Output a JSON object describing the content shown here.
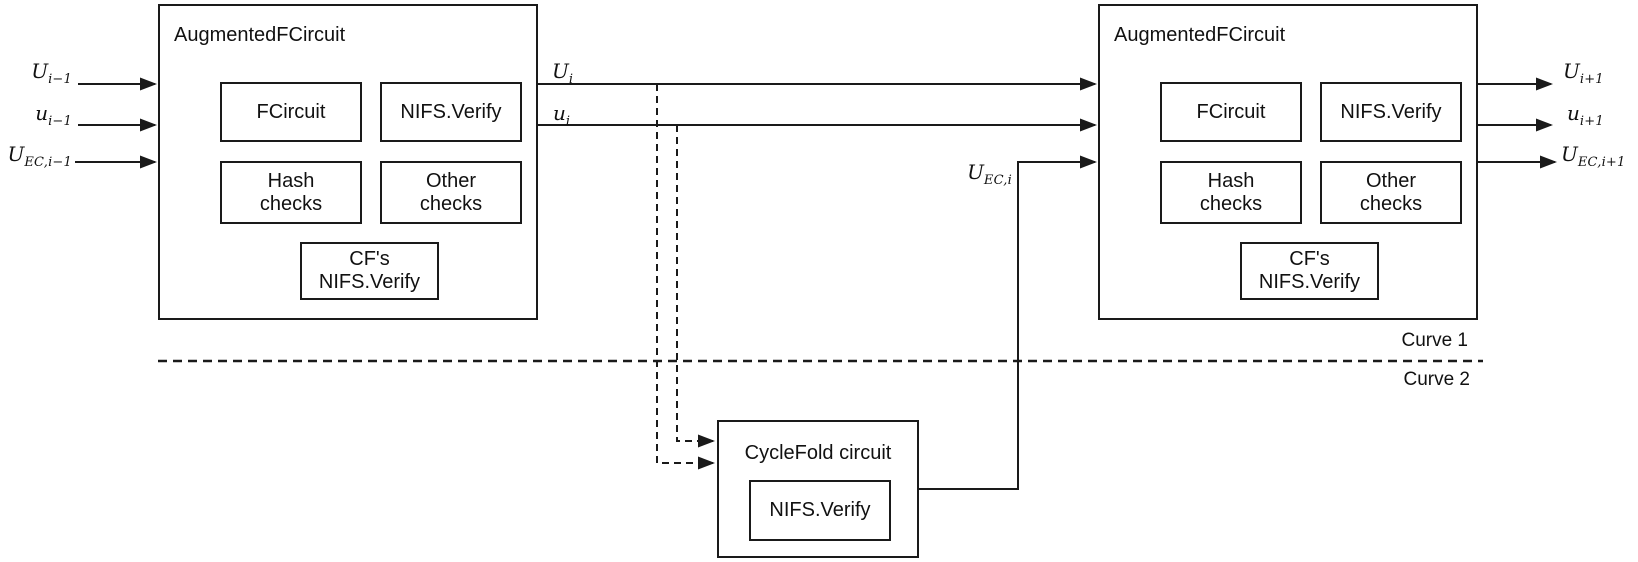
{
  "colors": {
    "stroke": "#1a1a1a",
    "background": "#ffffff",
    "text": "#111111"
  },
  "augmented_left": {
    "title": "AugmentedFCircuit",
    "fcircuit": "FCircuit",
    "nifs_verify": "NIFS.Verify",
    "hash_checks": [
      "Hash",
      "checks"
    ],
    "other_checks": [
      "Other",
      "checks"
    ],
    "cf_nifs_verify": [
      "CF's",
      "NIFS.Verify"
    ]
  },
  "augmented_right": {
    "title": "AugmentedFCircuit",
    "fcircuit": "FCircuit",
    "nifs_verify": "NIFS.Verify",
    "hash_checks": [
      "Hash",
      "checks"
    ],
    "other_checks": [
      "Other",
      "checks"
    ],
    "cf_nifs_verify": [
      "CF's",
      "NIFS.Verify"
    ]
  },
  "cyclefold": {
    "title": "CycleFold circuit",
    "nifs_verify": "NIFS.Verify"
  },
  "labels": {
    "in1": {
      "base": "U",
      "sub": "i−1"
    },
    "in2": {
      "base": "u",
      "sub": "i−1"
    },
    "in3": {
      "base": "U",
      "sub": "EC,i−1"
    },
    "mid1": {
      "base": "U",
      "sub": "i"
    },
    "mid2": {
      "base": "u",
      "sub": "i"
    },
    "mid3": {
      "base": "U",
      "sub": "EC,i"
    },
    "out1": {
      "base": "U",
      "sub": "i+1"
    },
    "out2": {
      "base": "u",
      "sub": "i+1"
    },
    "out3": {
      "base": "U",
      "sub": "EC,i+1"
    }
  },
  "curves": {
    "curve1": "Curve 1",
    "curve2": "Curve 2"
  }
}
